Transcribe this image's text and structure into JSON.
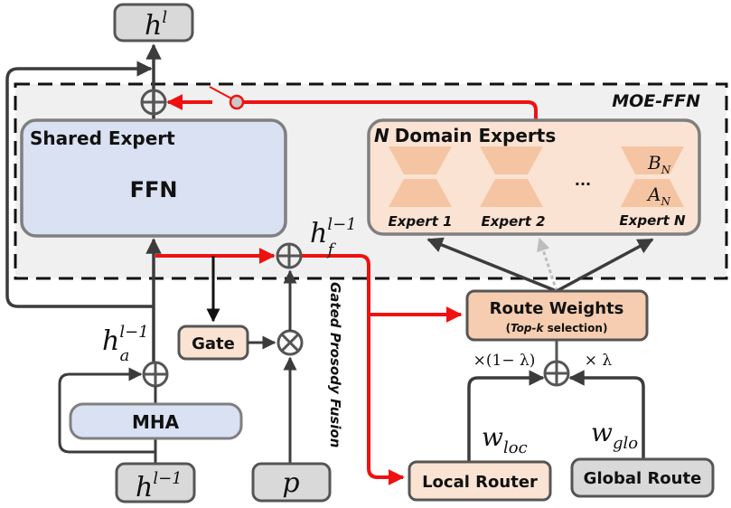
{
  "diagram": {
    "moe_region": {
      "label": "MOE-FFN"
    },
    "shared_expert": {
      "title": "Shared Expert",
      "inner_label": "FFN"
    },
    "domain_experts": {
      "title_prefix": "N",
      "title": "Domain Experts",
      "experts": [
        {
          "label": "Expert 1",
          "upper": "",
          "lower": ""
        },
        {
          "label": "Expert 2",
          "upper": "",
          "lower": ""
        },
        {
          "label": "Expert N",
          "upper": "B",
          "upper_sub": "N",
          "lower": "A",
          "lower_sub": "N"
        }
      ],
      "ellipsis": "..."
    },
    "output_node": {
      "base": "h",
      "sup": "l"
    },
    "input_node": {
      "base": "h",
      "sup": "l−1"
    },
    "prosody_node": {
      "label": "p"
    },
    "attention_output": {
      "base": "h",
      "sub": "a",
      "sup": "l−1"
    },
    "fused_output": {
      "base": "h",
      "sub": "f",
      "sup": "l−1"
    },
    "mha": {
      "label": "MHA"
    },
    "gate": {
      "label": "Gate"
    },
    "fusion_caption": "Gated Prosody Fusion",
    "route_weights": {
      "title": "Route Weights",
      "subtitle_open": "(",
      "subtitle_em": "Top-k",
      "subtitle_rest": " selection)"
    },
    "local_router": {
      "label": "Local Router"
    },
    "global_route": {
      "label": "Global Route"
    },
    "weights": {
      "local": {
        "base": "w",
        "sub": "loc"
      },
      "global": {
        "base": "w",
        "sub": "glo"
      },
      "local_factor": "×(1− λ)",
      "global_factor": "× λ"
    },
    "colors": {
      "red_path": "#ee1111",
      "shared_fill": "#d9e1f2",
      "expert_fill": "#fbe3d3",
      "trapezoid_fill": "#f5c5a3",
      "route_fill": "#f6cdb0",
      "gray_node": "#d9d9d9",
      "moe_bg": "#f0f0f0",
      "stroke": "#555555"
    }
  }
}
